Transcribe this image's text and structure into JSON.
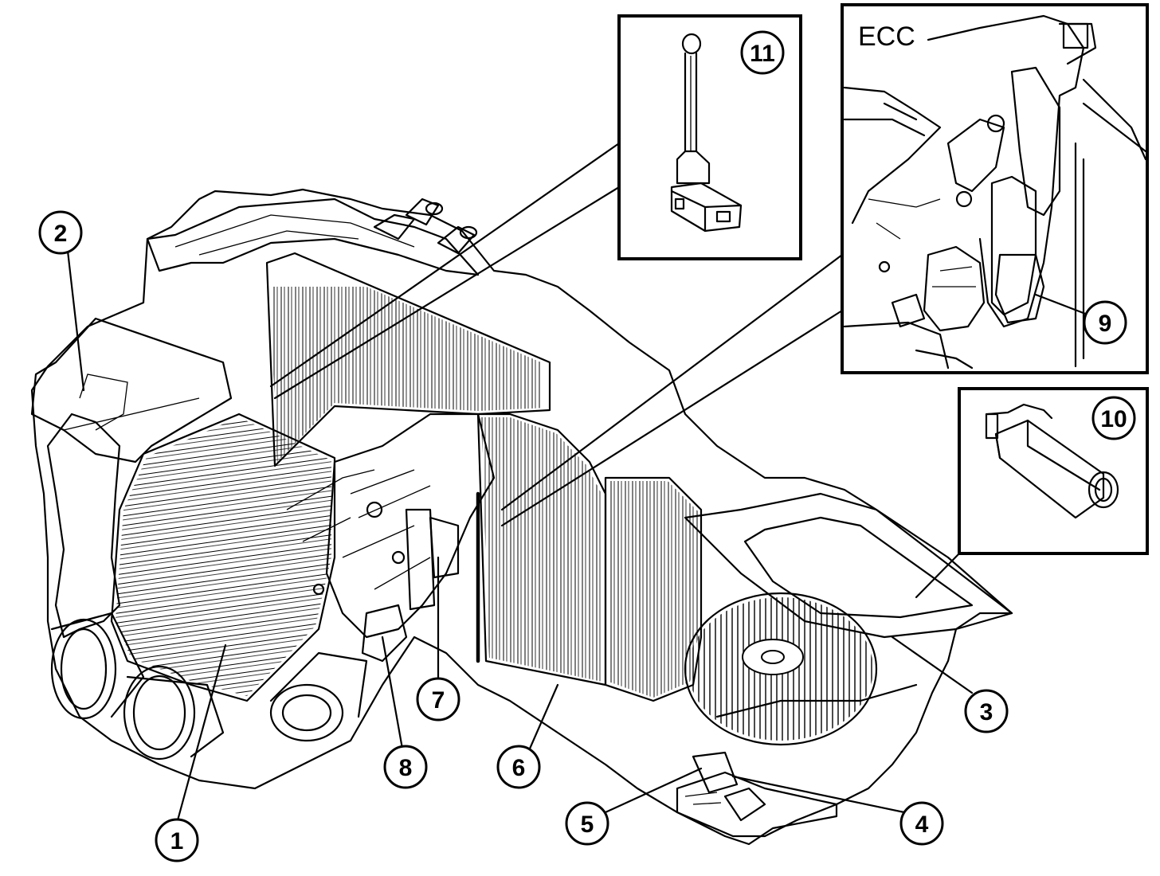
{
  "inset_ecc": {
    "label": "ECC"
  },
  "callouts": [
    {
      "id": "1",
      "label": "1"
    },
    {
      "id": "2",
      "label": "2"
    },
    {
      "id": "3",
      "label": "3"
    },
    {
      "id": "4",
      "label": "4"
    },
    {
      "id": "5",
      "label": "5"
    },
    {
      "id": "6",
      "label": "6"
    },
    {
      "id": "7",
      "label": "7"
    },
    {
      "id": "8",
      "label": "8"
    },
    {
      "id": "9",
      "label": "9"
    },
    {
      "id": "10",
      "label": "10"
    },
    {
      "id": "11",
      "label": "11"
    }
  ]
}
